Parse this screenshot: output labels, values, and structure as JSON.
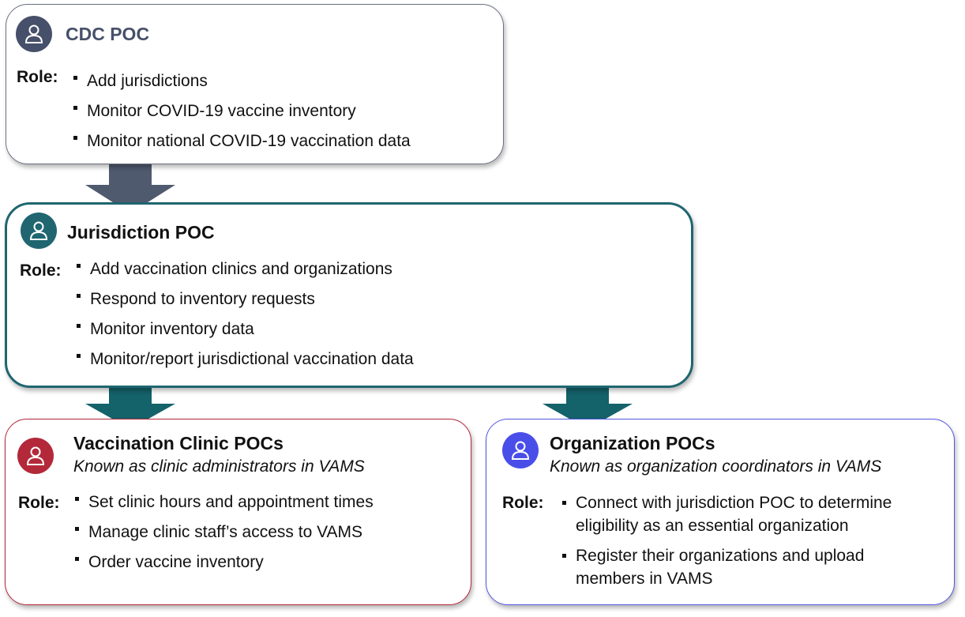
{
  "colors": {
    "cdc": "#46506a",
    "jurisdiction": "#1f6670",
    "clinic": "#b3293a",
    "organization": "#4a4ee8",
    "arrow_gray": "#4f5a6e",
    "arrow_teal": "#14626a"
  },
  "cdc": {
    "icon": "person-icon",
    "title": "CDC POC",
    "role_label": "Role:",
    "items": [
      "Add jurisdictions",
      "Monitor COVID-19 vaccine inventory",
      "Monitor national COVID-19 vaccination data"
    ]
  },
  "jurisdiction": {
    "icon": "person-icon",
    "title": "Jurisdiction POC",
    "role_label": "Role:",
    "items": [
      "Add vaccination clinics and organizations",
      "Respond to inventory requests",
      "Monitor inventory data",
      "Monitor/report jurisdictional vaccination data"
    ]
  },
  "clinic": {
    "icon": "person-icon",
    "title": "Vaccination Clinic POCs",
    "subtitle": "Known as clinic administrators in VAMS",
    "role_label": "Role:",
    "items": [
      "Set clinic hours and appointment times",
      "Manage clinic staff’s access to VAMS",
      "Order vaccine inventory"
    ]
  },
  "organization": {
    "icon": "person-icon",
    "title": "Organization POCs",
    "subtitle": "Known as organization coordinators in VAMS",
    "role_label": "Role:",
    "items": [
      "Connect with jurisdiction POC to determine eligibility as an essential organization",
      "Register their organizations and upload members in VAMS"
    ]
  }
}
